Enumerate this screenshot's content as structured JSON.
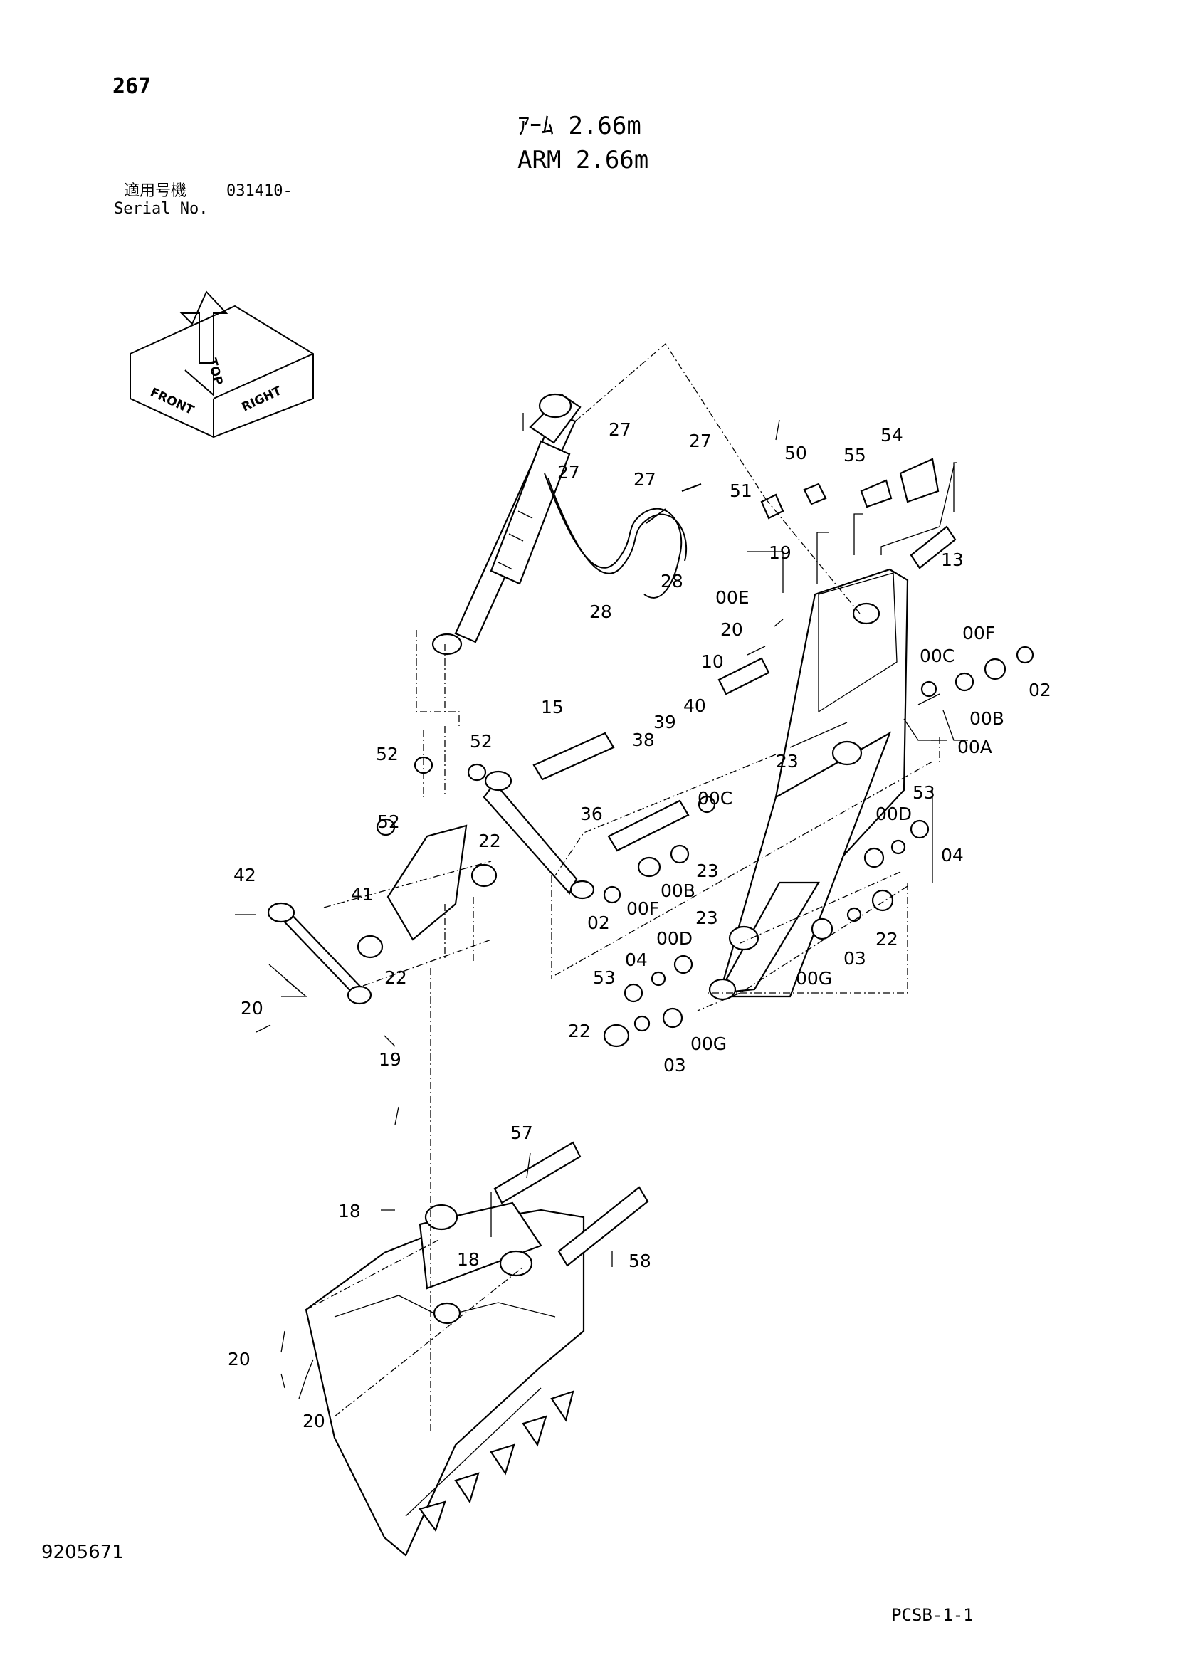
{
  "header": {
    "page_number": "267",
    "title_jp": "ｱｰﾑ 2.66m",
    "title_en": "ARM 2.66m",
    "serial_label_jp": "適用号機",
    "serial_label_en": "Serial No.",
    "serial_value": "031410-"
  },
  "orientation": {
    "top": "TOP",
    "front": "FRONT",
    "right": "RIGHT"
  },
  "callouts": [
    "27",
    "27",
    "27",
    "27",
    "28",
    "28",
    "50",
    "51",
    "54",
    "55",
    "13",
    "19",
    "00E",
    "20",
    "10",
    "00F",
    "00C",
    "02",
    "00B",
    "40",
    "39",
    "38",
    "23",
    "00A",
    "15",
    "52",
    "52",
    "36",
    "00C",
    "00D",
    "53",
    "52",
    "22",
    "04",
    "23",
    "00B",
    "42",
    "41",
    "02",
    "00F",
    "23",
    "00D",
    "22",
    "03",
    "22",
    "04",
    "53",
    "00G",
    "00G",
    "20",
    "22",
    "03",
    "19",
    "57",
    "18",
    "58",
    "18",
    "20",
    "20"
  ],
  "footer": {
    "doc_number": "9205671",
    "catalog_code": "PCSB-1-1"
  }
}
